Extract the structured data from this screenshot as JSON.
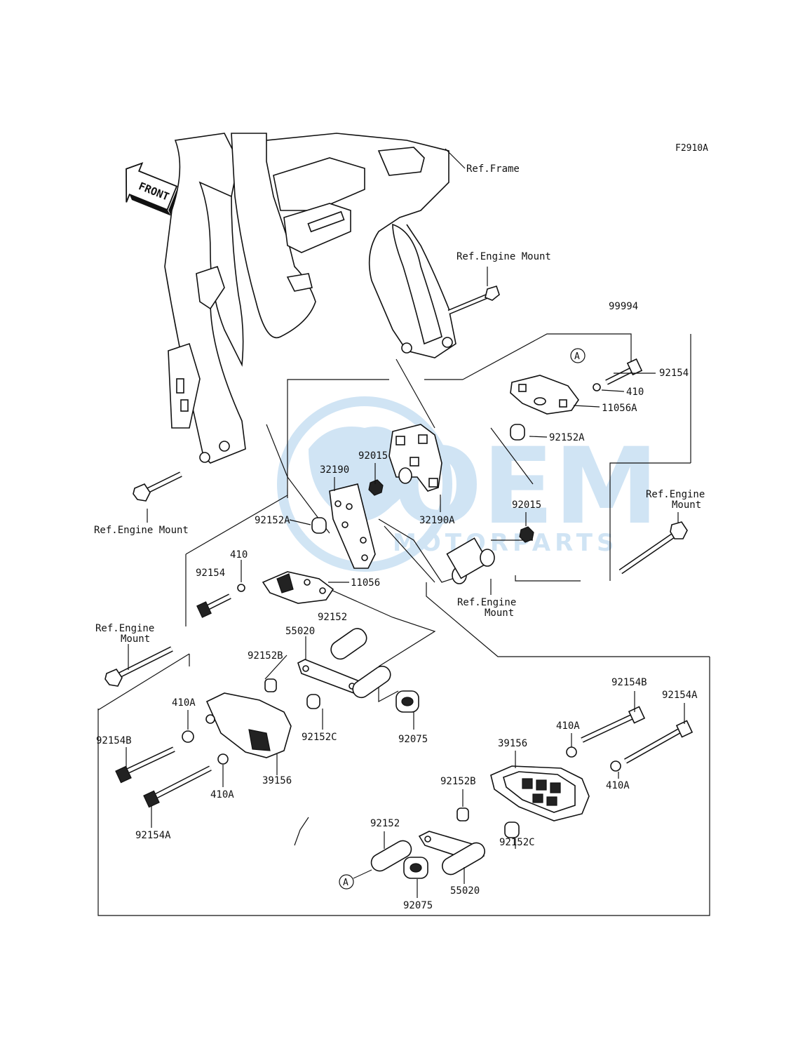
{
  "diagram_code": "F2910A",
  "direction_label": "FRONT",
  "watermark": {
    "main": "OEM",
    "sub": "MOTORPARTS",
    "color": "#5aa0d8"
  },
  "callout_A": "A",
  "refs": {
    "frame": "Ref.Frame",
    "engine_mount_top": "Ref.Engine Mount",
    "engine_mount_left": "Ref.Engine Mount",
    "engine_mount_right_1": "Ref.Engine",
    "engine_mount_right_2": "Mount",
    "engine_mount_center_1": "Ref.Engine",
    "engine_mount_center_2": "Mount",
    "engine_mount_lower_1": "Ref.Engine",
    "engine_mount_lower_2": "Mount"
  },
  "parts": {
    "p99994": "99994",
    "p92154_r": "92154",
    "p410_r": "410",
    "p11056A": "11056A",
    "p92152A_r": "92152A",
    "p92015_top": "92015",
    "p32190": "32190",
    "p32190A": "32190A",
    "p92015_r": "92015",
    "p92152A_l": "92152A",
    "p410_l": "410",
    "p92154_l": "92154",
    "p11056": "11056",
    "p92152_top": "92152",
    "p55020_top": "55020",
    "p92152B_l": "92152B",
    "p410A_l1": "410A",
    "p92152C_l": "92152C",
    "p92075_l": "92075",
    "p92154B_l": "92154B",
    "p39156_l": "39156",
    "p410A_l2": "410A",
    "p92154A_l": "92154A",
    "p92154B_r": "92154B",
    "p92154A_r": "92154A",
    "p410A_r1": "410A",
    "p39156_r": "39156",
    "p92152B_r": "92152B",
    "p410A_r2": "410A",
    "p92152_bot": "92152",
    "p92152C_r": "92152C",
    "p55020_bot": "55020",
    "p92075_r": "92075"
  }
}
